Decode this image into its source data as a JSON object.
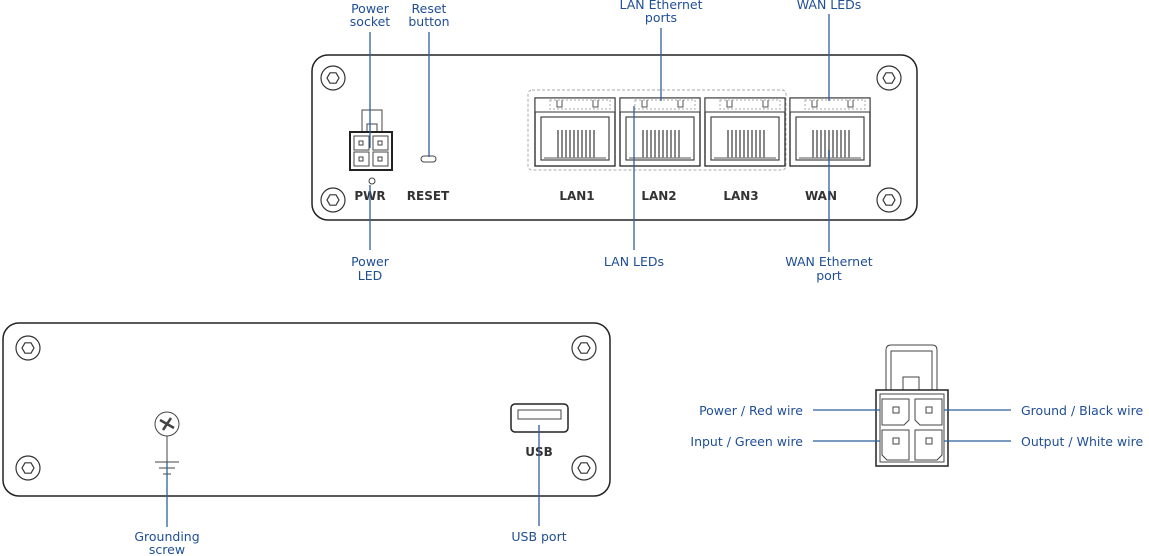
{
  "front_panel": {
    "port_labels": {
      "pwr": "PWR",
      "reset": "RESET",
      "lan1": "LAN1",
      "lan2": "LAN2",
      "lan3": "LAN3",
      "wan": "WAN"
    },
    "callouts": {
      "power_socket": [
        "Power",
        "socket"
      ],
      "reset_button": [
        "Reset",
        "button"
      ],
      "lan_ethernet_ports": [
        "LAN Ethernet",
        "ports"
      ],
      "wan_leds": [
        "WAN LEDs"
      ],
      "power_led": [
        "Power",
        "LED"
      ],
      "lan_leds": [
        "LAN LEDs"
      ],
      "wan_ethernet_port": [
        "WAN Ethernet",
        "port"
      ]
    }
  },
  "back_panel": {
    "usb_label": "USB",
    "callouts": {
      "grounding_screw": [
        "Grounding",
        "screw"
      ],
      "usb_port": [
        "USB port"
      ]
    }
  },
  "power_connector": {
    "pins": {
      "top_left": "Power / Red wire",
      "top_right": "Ground / Black wire",
      "bottom_left": "Input / Green wire",
      "bottom_right": "Output / White wire"
    }
  },
  "colors": {
    "callout": "#1f4e96",
    "outline": "#222222"
  }
}
